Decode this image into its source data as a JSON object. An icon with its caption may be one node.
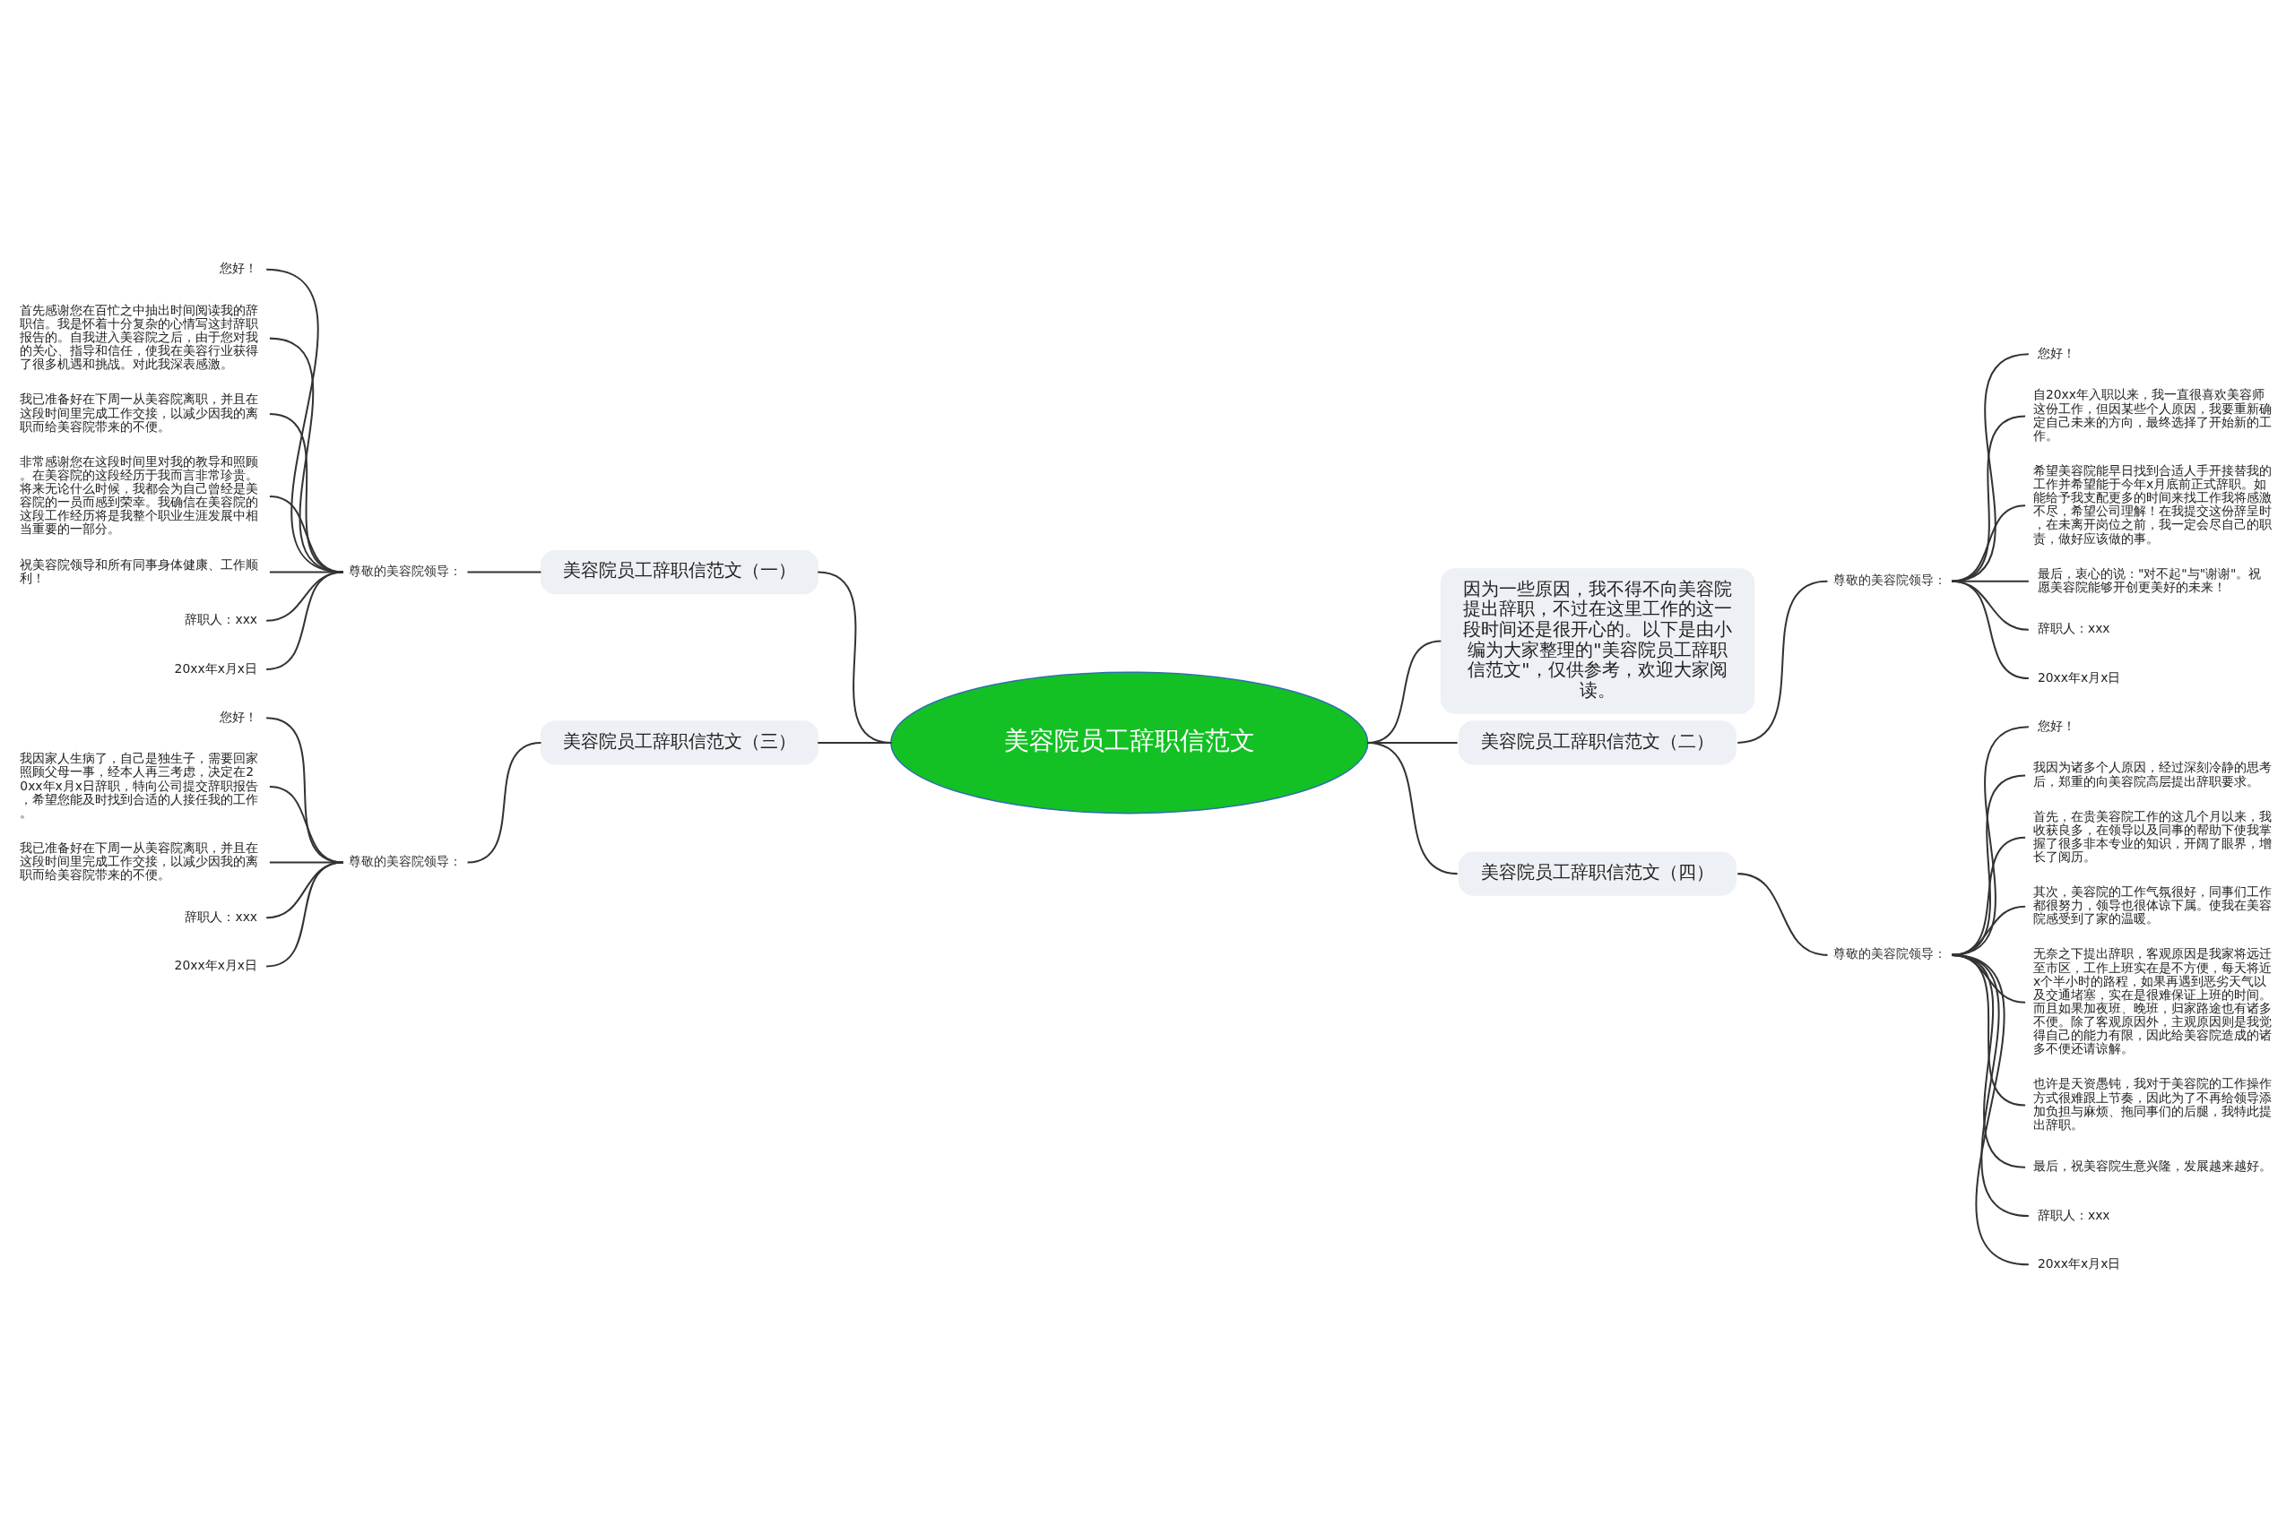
{
  "diagram": {
    "nodes": [
      {
        "text": [
          "美容院员工辞职信范文"
        ]
      },
      {
        "text": [
          "因为一些原因，我不得不向美容院提出辞职，不过在这里工作的这一段时间还是很开心的。以下是由小编为大家整理的\"美容院员工辞职信范文\"，仅供参考，欢迎大家阅读。"
        ]
      },
      {
        "text": [
          "美容院员工辞职信范文（一）"
        ]
      },
      {
        "text": [
          "尊敬的美容院领导："
        ]
      },
      {
        "text": [
          "您好！"
        ]
      },
      {
        "text": [
          "首先感谢您在百忙之中抽出时间阅读我的辞职信。我是怀着十分复杂的心情写这封辞职报告的。自我进入美容院之后，由于您对我的关心、指导和信任，使我在美容行业获得了很多机遇和挑战。对此我深表感激。"
        ]
      },
      {
        "text": [
          "我已准备好在下周一从美容院离职，并且在这段时间里完成工作交接，以减少因我的离职而给美容院带来的不便。"
        ]
      },
      {
        "text": [
          "非常感谢您在这段时间里对我的教导和照顾。在美容院的这段经历于我而言非常珍贵。将来无论什么时候，我都会为自己曾经是美容院的一员而感到荣幸。我确信在美容院的这段工作经历将是我整个职业生涯发展中相当重要的一部分。"
        ]
      },
      {
        "text": [
          "祝美容院领导和所有同事身体健康、工作顺利！"
        ]
      },
      {
        "text": [
          "辞职人：xxx"
        ]
      },
      {
        "text": [
          "20xx年x月x日"
        ]
      },
      {
        "text": [
          "美容院员工辞职信范文（二）"
        ]
      },
      {
        "text": [
          "尊敬的美容院领导："
        ]
      },
      {
        "text": [
          "您好！"
        ]
      },
      {
        "text": [
          "自20xx年入职以来，我一直很喜欢美容师这份工作，但因某些个人原因，我要重新确定自己未来的方向，最终选择了开始新的工作。"
        ]
      },
      {
        "text": [
          "希望美容院能早日找到合适人手开接替我的工作并希望能于今年x月底前正式辞职。如能给予我支配更多的时间来找工作我将感激不尽，希望公司理解！在我提交这份辞呈时，在未离开岗位之前，我一定会尽自己的职责，做好应该做的事。"
        ]
      },
      {
        "text": [
          "最后，衷心的说：\"对不起\"与\"谢谢\"。祝愿美容院能够开创更美好的未来！"
        ]
      },
      {
        "text": [
          "辞职人：xxx"
        ]
      },
      {
        "text": [
          "20xx年x月x日"
        ]
      },
      {
        "text": [
          "美容院员工辞职信范文（三）"
        ]
      },
      {
        "text": [
          "尊敬的美容院领导："
        ]
      },
      {
        "text": [
          "您好！"
        ]
      },
      {
        "text": [
          "我因家人生病了，自己是独生子，需要回家照顾父母一事，经本人再三考虑，决定在20xx年x月x日辞职，特向公司提交辞职报告，希望您能及时找到合适的人接任我的工作。"
        ]
      },
      {
        "text": [
          "我已准备好在下周一从美容院离职，并且在这段时间里完成工作交接，以减少因我的离职而给美容院带来的不便。"
        ]
      },
      {
        "text": [
          "辞职人：xxx"
        ]
      },
      {
        "text": [
          "20xx年x月x日"
        ]
      },
      {
        "text": [
          "美容院员工辞职信范文（四）"
        ]
      },
      {
        "text": [
          "尊敬的美容院领导："
        ]
      },
      {
        "text": [
          "您好！"
        ]
      },
      {
        "text": [
          "我因为诸多个人原因，经过深刻冷静的思考后，郑重的向美容院高层提出辞职要求。"
        ]
      },
      {
        "text": [
          "首先，在贵美容院工作的这几个月以来，我收获良多，在领导以及同事的帮助下使我掌握了很多非本专业的知识，开阔了眼界，增长了阅历。"
        ]
      },
      {
        "text": [
          "其次，美容院的工作气氛很好，同事们工作都很努力，领导也很体谅下属。使我在美容院感受到了家的温暖。"
        ]
      },
      {
        "text": [
          "无奈之下提出辞职，客观原因是我家将远迁至市区，工作上班实在是不方便，每天将近x个半小时的路程，如果再遇到恶劣天气以及交通堵塞，实在是很难保证上班的时间。而且如果加夜班、晚班，归家路途也有诸多不便。除了客观原因外，主观原因则是我觉得自己的能力有限，因此给美容院造成的诸多不便还请谅解。"
        ]
      },
      {
        "text": [
          "也许是天资愚钝，我对于美容院的工作操作方式很难跟上节奏，因此为了不再给领导添加负担与麻烦、拖同事们的后腿，我特此提出辞职。"
        ]
      },
      {
        "text": [
          "最后，祝美容院生意兴隆，发展越来越好。"
        ]
      },
      {
        "text": [
          "辞职人：xxx"
        ]
      },
      {
        "text": [
          "20xx年x月x日"
        ]
      }
    ],
    "edges": [
      {
        "from": 0,
        "to": 1,
        "arrow": "none"
      },
      {
        "from": 0,
        "to": 2,
        "arrow": "none"
      },
      {
        "from": 2,
        "to": 3,
        "arrow": "none"
      },
      {
        "from": 3,
        "to": 4,
        "arrow": "none"
      },
      {
        "from": 3,
        "to": 5,
        "arrow": "none"
      },
      {
        "from": 3,
        "to": 6,
        "arrow": "none"
      },
      {
        "from": 3,
        "to": 7,
        "arrow": "none"
      },
      {
        "from": 3,
        "to": 8,
        "arrow": "none"
      },
      {
        "from": 3,
        "to": 9,
        "arrow": "none"
      },
      {
        "from": 3,
        "to": 10,
        "arrow": "none"
      },
      {
        "from": 0,
        "to": 11,
        "arrow": "none"
      },
      {
        "from": 11,
        "to": 12,
        "arrow": "none"
      },
      {
        "from": 12,
        "to": 13,
        "arrow": "none"
      },
      {
        "from": 12,
        "to": 14,
        "arrow": "none"
      },
      {
        "from": 12,
        "to": 15,
        "arrow": "none"
      },
      {
        "from": 12,
        "to": 16,
        "arrow": "none"
      },
      {
        "from": 12,
        "to": 17,
        "arrow": "none"
      },
      {
        "from": 12,
        "to": 18,
        "arrow": "none"
      },
      {
        "from": 0,
        "to": 19,
        "arrow": "none"
      },
      {
        "from": 19,
        "to": 20,
        "arrow": "none"
      },
      {
        "from": 20,
        "to": 21,
        "arrow": "none"
      },
      {
        "from": 20,
        "to": 22,
        "arrow": "none"
      },
      {
        "from": 20,
        "to": 23,
        "arrow": "none"
      },
      {
        "from": 20,
        "to": 24,
        "arrow": "none"
      },
      {
        "from": 20,
        "to": 25,
        "arrow": "none"
      },
      {
        "from": 0,
        "to": 26,
        "arrow": "none"
      },
      {
        "from": 26,
        "to": 27,
        "arrow": "none"
      },
      {
        "from": 27,
        "to": 28,
        "arrow": "none"
      },
      {
        "from": 27,
        "to": 29,
        "arrow": "none"
      },
      {
        "from": 27,
        "to": 30,
        "arrow": "none"
      },
      {
        "from": 27,
        "to": 31,
        "arrow": "none"
      },
      {
        "from": 27,
        "to": 32,
        "arrow": "none"
      },
      {
        "from": 27,
        "to": 33,
        "arrow": "none"
      },
      {
        "from": 27,
        "to": 34,
        "arrow": "none"
      },
      {
        "from": 27,
        "to": 35,
        "arrow": "none"
      },
      {
        "from": 27,
        "to": 36,
        "arrow": "none"
      }
    ]
  }
}
